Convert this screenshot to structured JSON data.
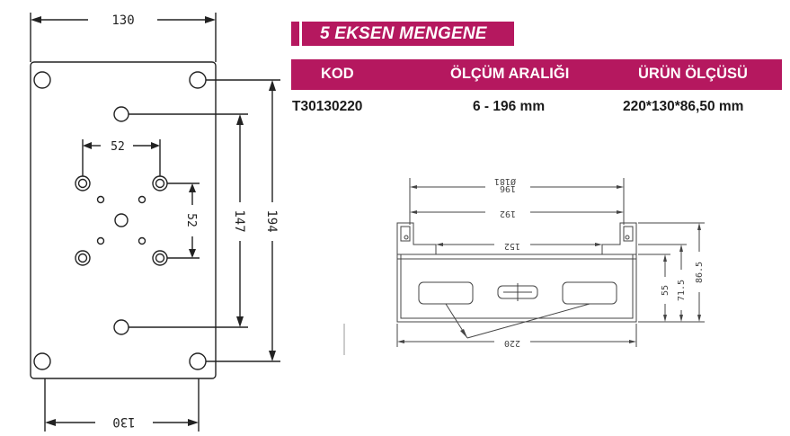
{
  "title": "5 EKSEN MENGENE",
  "colors": {
    "accent": "#b5185f"
  },
  "table": {
    "headers": [
      "KOD",
      "ÖLÇÜM ARALIĞI",
      "ÜRÜN ÖLÇÜSÜ"
    ],
    "row": [
      "T30130220",
      "6 - 196 mm",
      "220*130*86,50 mm"
    ]
  },
  "left_drawing": {
    "dim_top": "130",
    "dim_bottom": "130",
    "dim_height_outer": "194",
    "dim_height_inner": "147",
    "dim_hole_spacing_h": "52",
    "dim_hole_spacing_v": "52"
  },
  "right_drawing": {
    "dim_top_a": "Ø181",
    "dim_top_b": "196",
    "dim_mid": "192",
    "dim_inner": "152",
    "dim_bottom": "220",
    "dim_h1": "55",
    "dim_h2": "71.5",
    "dim_h3": "86.5"
  }
}
